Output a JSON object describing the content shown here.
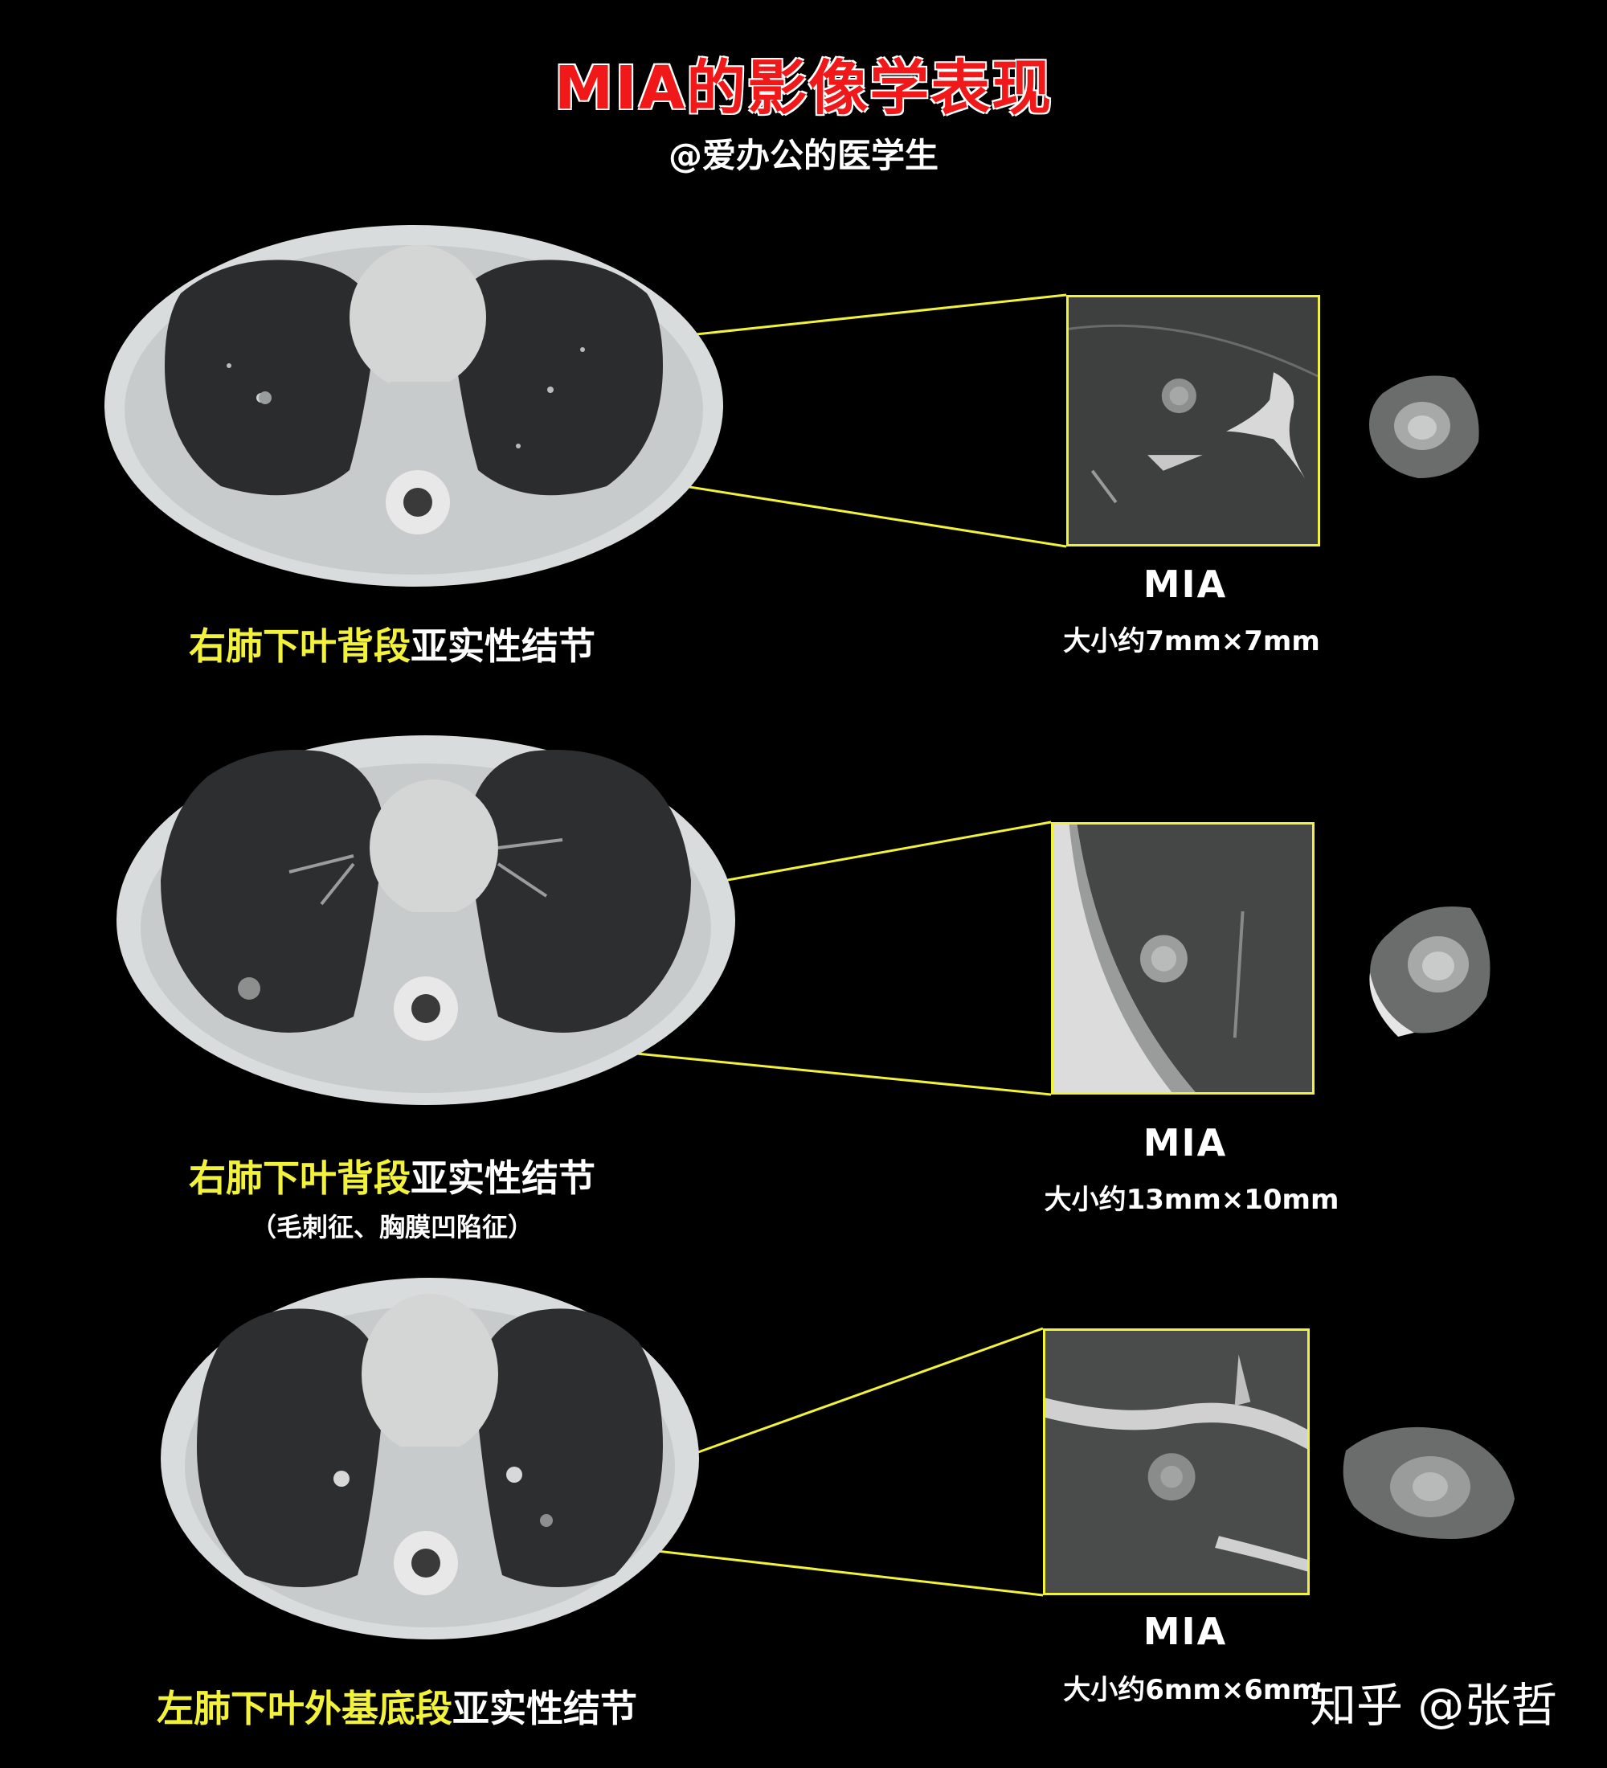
{
  "header": {
    "title": "MIA的影像学表现",
    "subtitle": "@爱办公的医学生"
  },
  "cases": [
    {
      "zoom_label": "MIA",
      "size": "大小约7mm×7mm",
      "location_highlight": "右肺下叶背段",
      "location_rest": "亚实性结节",
      "note": ""
    },
    {
      "zoom_label": "MIA",
      "size": "大小约13mm×10mm",
      "location_highlight": "右肺下叶背段",
      "location_rest": "亚实性结节",
      "note": "（毛刺征、胸膜凹陷征）"
    },
    {
      "zoom_label": "MIA",
      "size": "大小约6mm×6mm",
      "location_highlight": "左肺下叶外基底段",
      "location_rest": "亚实性结节",
      "note": ""
    }
  ],
  "watermark": "知乎 @张哲",
  "colors": {
    "background": "#000000",
    "title": "#f01818",
    "highlight": "#f2f23a",
    "connector": "#f2f23a"
  }
}
